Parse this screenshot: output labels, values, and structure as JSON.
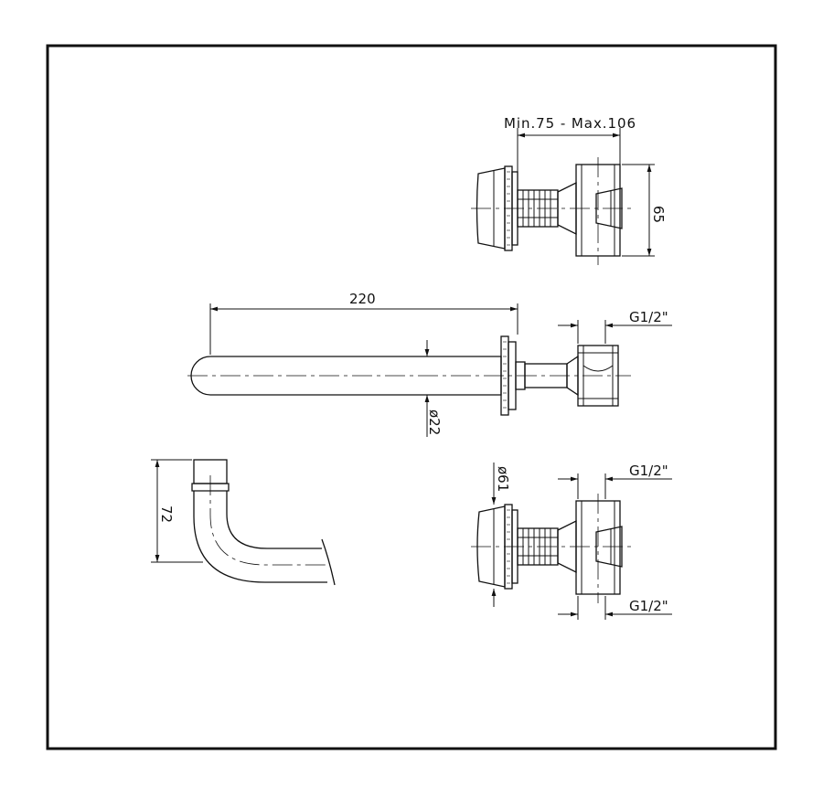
{
  "dimensions": {
    "range_label": "Min.75  -  Max.106",
    "height_65": "65",
    "length_220": "220",
    "thread_top": "G1/2\"",
    "diameter_22": "ø22",
    "diameter_61": "ø61",
    "height_72": "72",
    "thread_mid": "G1/2\"",
    "thread_bottom": "G1/2\""
  }
}
